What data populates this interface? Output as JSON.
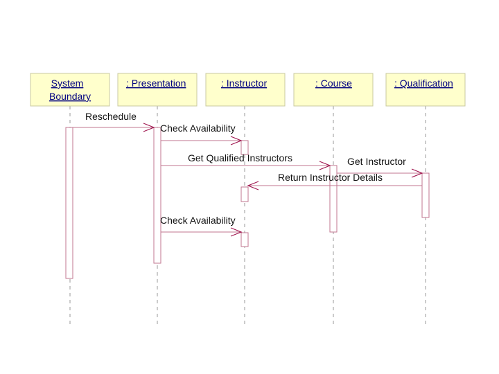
{
  "lifelines": [
    {
      "id": "system-boundary",
      "label_lines": [
        "System",
        "Boundary"
      ]
    },
    {
      "id": "presentation",
      "label_lines": [
        ": Presentation"
      ]
    },
    {
      "id": "instructor",
      "label_lines": [
        ": Instructor"
      ]
    },
    {
      "id": "course",
      "label_lines": [
        ": Course"
      ]
    },
    {
      "id": "qualification",
      "label_lines": [
        ": Qualification"
      ]
    }
  ],
  "messages": [
    {
      "id": "reschedule",
      "label": "Reschedule",
      "from": "system-boundary",
      "to": "presentation"
    },
    {
      "id": "check-availability-1",
      "label": "Check Availability",
      "from": "presentation",
      "to": "instructor"
    },
    {
      "id": "get-qualified-instructors",
      "label": "Get Qualified Instructors",
      "from": "presentation",
      "to": "course"
    },
    {
      "id": "get-instructor",
      "label": "Get Instructor",
      "from": "course",
      "to": "qualification"
    },
    {
      "id": "return-instructor-details",
      "label": "Return Instructor Details",
      "from": "qualification",
      "to": "instructor"
    },
    {
      "id": "check-availability-2",
      "label": "Check Availability",
      "from": "presentation",
      "to": "instructor"
    }
  ],
  "colors": {
    "box_fill": "#ffffcc",
    "box_text": "#000080",
    "message_line": "#c0758f",
    "arrow_head": "#a01850"
  }
}
